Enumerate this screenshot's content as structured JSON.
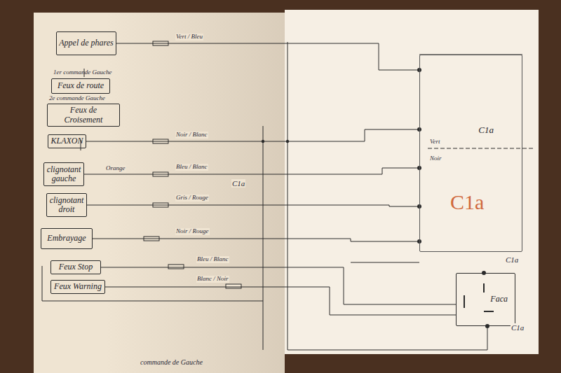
{
  "diagram": {
    "nodes": [
      {
        "text": [
          "Appel de phares"
        ]
      },
      {
        "text": [
          "Feux de route"
        ]
      },
      {
        "text": [
          "Feux de Croisement"
        ]
      },
      {
        "text": [
          "KLAXON"
        ]
      },
      {
        "text": [
          "clignotant gauche"
        ]
      },
      {
        "text": [
          "clignotant droit"
        ]
      },
      {
        "text": [
          "Embrayage"
        ]
      },
      {
        "text": [
          "Feux Stop"
        ]
      },
      {
        "text": [
          "Feux Warning"
        ]
      },
      {
        "text": [
          "C1a"
        ]
      },
      {
        "text": [
          "Faca"
        ]
      }
    ],
    "edges": [
      {
        "from": 0,
        "to": 9,
        "arrow": "none"
      },
      {
        "from": 3,
        "to": 9,
        "arrow": "none"
      },
      {
        "from": 4,
        "to": 9,
        "arrow": "none"
      },
      {
        "from": 5,
        "to": 9,
        "arrow": "none"
      },
      {
        "from": 6,
        "to": 9,
        "arrow": "none"
      },
      {
        "from": 7,
        "to": 10,
        "arrow": "none"
      },
      {
        "from": 8,
        "to": 10,
        "arrow": "none"
      }
    ],
    "labels": [
      "1er commande Gauche",
      "2e commande Gauche",
      "C1a",
      "C1a",
      "C1a",
      "Vert",
      "Noir",
      "C1a",
      "commande de Gauche",
      "Noir / Blanc",
      "Vert / Bleu",
      "Bleu / Blanc",
      "Orange",
      "Gris / Rouge",
      "Noir / Rouge",
      "Bleu / Blanc",
      "Blanc / Noir"
    ]
  }
}
